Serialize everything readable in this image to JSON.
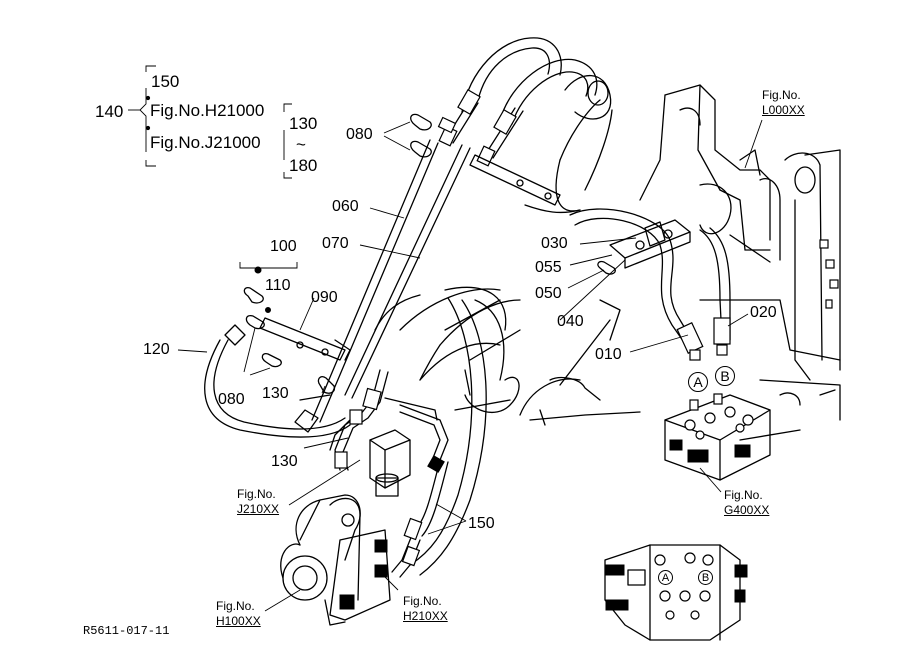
{
  "drawing_id": "R5611-017-11",
  "group_140": {
    "label": "140",
    "top": "150",
    "fig1": "Fig.No.H21000",
    "fig2": "Fig.No.J21000",
    "range_from": "130",
    "range_sep": "~",
    "range_to": "180"
  },
  "group_100": "100",
  "parts": {
    "p010": "010",
    "p020": "020",
    "p030": "030",
    "p040": "040",
    "p050": "050",
    "p055": "055",
    "p060": "060",
    "p070": "070",
    "p080a": "080",
    "p080b": "080",
    "p090": "090",
    "p110": "110",
    "p120": "120",
    "p130a": "130",
    "p130b": "130",
    "p150": "150"
  },
  "figrefs": {
    "L000": {
      "line1": "Fig.No.",
      "line2": "L000XX"
    },
    "J210": {
      "line1": "Fig.No.",
      "line2": "J210XX"
    },
    "G400": {
      "line1": "Fig.No.",
      "line2": "G400XX"
    },
    "H100": {
      "line1": "Fig.No.",
      "line2": "H100XX"
    },
    "H210": {
      "line1": "Fig.No.",
      "line2": "H210XX"
    }
  },
  "ports": {
    "a": "A",
    "b": "B",
    "a2": "A",
    "b2": "B"
  }
}
